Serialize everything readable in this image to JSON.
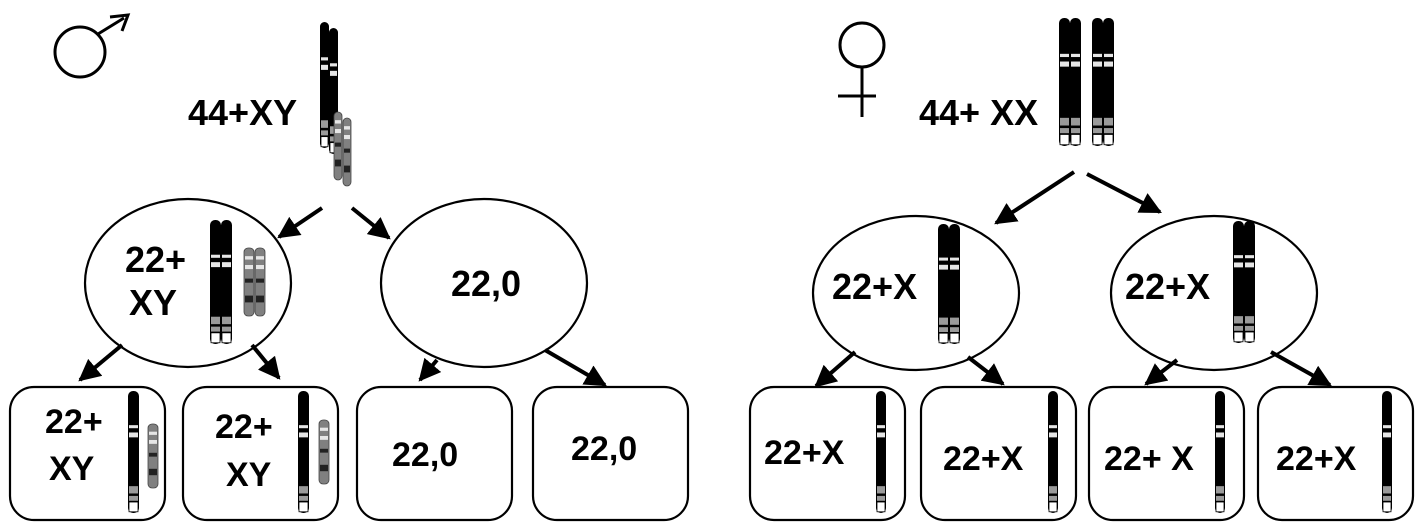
{
  "male": {
    "symbol_icon": "male-symbol-icon",
    "parent_label": "44+XY",
    "cells": [
      {
        "lines": [
          "22+",
          "XY"
        ]
      },
      {
        "lines": [
          "22,0"
        ]
      }
    ],
    "gametes": [
      {
        "lines": [
          "22+",
          "XY"
        ]
      },
      {
        "lines": [
          "22+",
          "XY"
        ]
      },
      {
        "lines": [
          "22,0"
        ]
      },
      {
        "lines": [
          "22,0"
        ]
      }
    ]
  },
  "female": {
    "symbol_icon": "female-symbol-icon",
    "parent_label": "44+ XX",
    "cells": [
      {
        "lines": [
          "22+X"
        ]
      },
      {
        "lines": [
          "22+X"
        ]
      }
    ],
    "gametes": [
      {
        "lines": [
          "22+X"
        ]
      },
      {
        "lines": [
          "22+X"
        ]
      },
      {
        "lines": [
          "22+ X"
        ]
      },
      {
        "lines": [
          "22+X"
        ]
      }
    ]
  },
  "colors": {
    "ink": "#000000",
    "x_chromosome": "#000000",
    "y_chromosome": "#808080",
    "band_light": "#e6e6e6",
    "band_gray": "#9a9a9a"
  }
}
